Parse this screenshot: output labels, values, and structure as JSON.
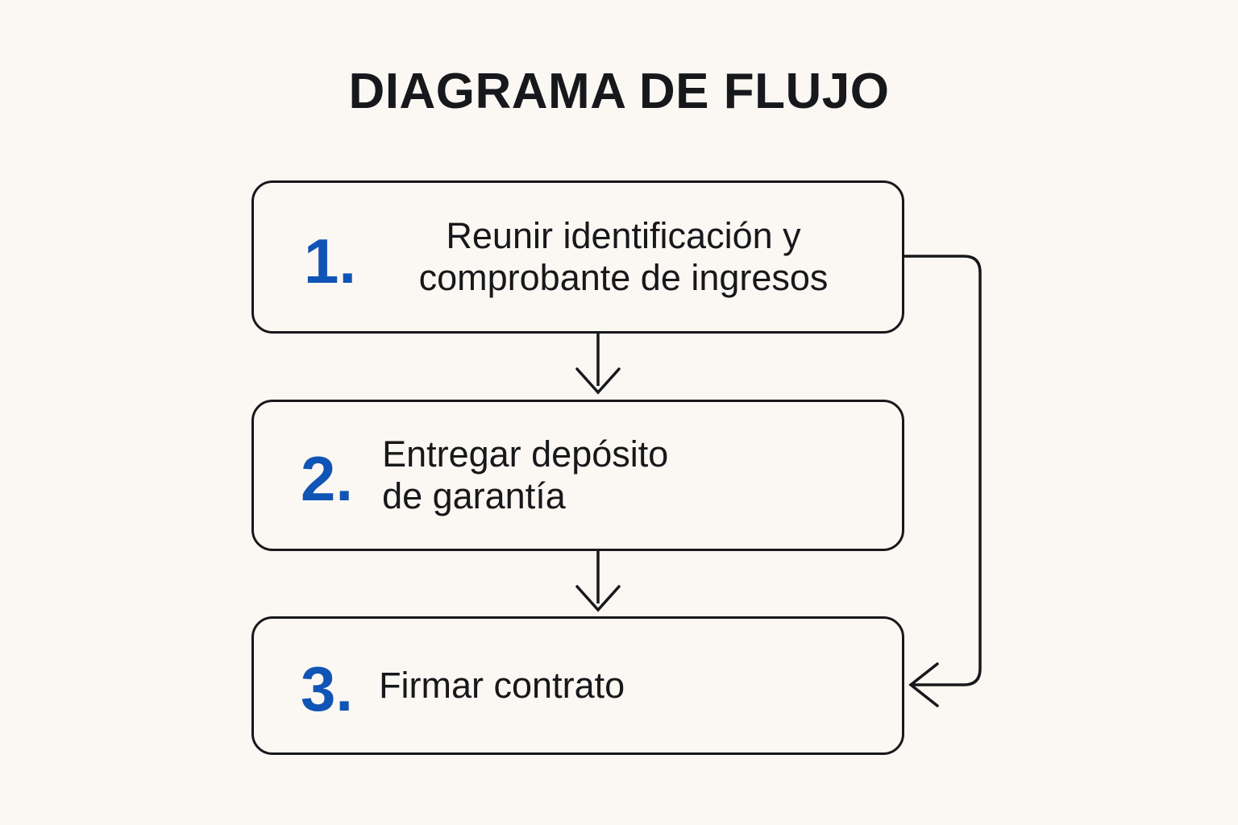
{
  "page": {
    "background_color": "#FBF7F2",
    "title": "DIAGRAMA DE FLUJO",
    "title_color": "#17181C"
  },
  "theme": {
    "accent_blue": "#1054B6",
    "outline_color": "#17181C",
    "text_color": "#17181C"
  },
  "flowchart": {
    "type": "vertical-flowchart-with-feedback-loop",
    "steps": [
      {
        "number": "1.",
        "text_lines": [
          "Reunir identificación y",
          "comprobante de ingresos"
        ],
        "full_text": "Reunir identificación y comprobante de ingresos"
      },
      {
        "number": "2.",
        "text_lines": [
          "Entregar depósito",
          "de garantía"
        ],
        "full_text": "Entregar depósito de garantía"
      },
      {
        "number": "3.",
        "text_lines": [
          "Firmar contrato"
        ],
        "full_text": "Firmar contrato"
      }
    ],
    "connectors": [
      {
        "name": "arrow-step1-to-step2",
        "from": "1",
        "to": "2",
        "direction": "down"
      },
      {
        "name": "arrow-step2-to-step3",
        "from": "2",
        "to": "3",
        "direction": "down"
      },
      {
        "name": "feedback-loop-step1-to-step3",
        "from": "1",
        "to": "3",
        "direction": "right-down-left"
      }
    ]
  }
}
